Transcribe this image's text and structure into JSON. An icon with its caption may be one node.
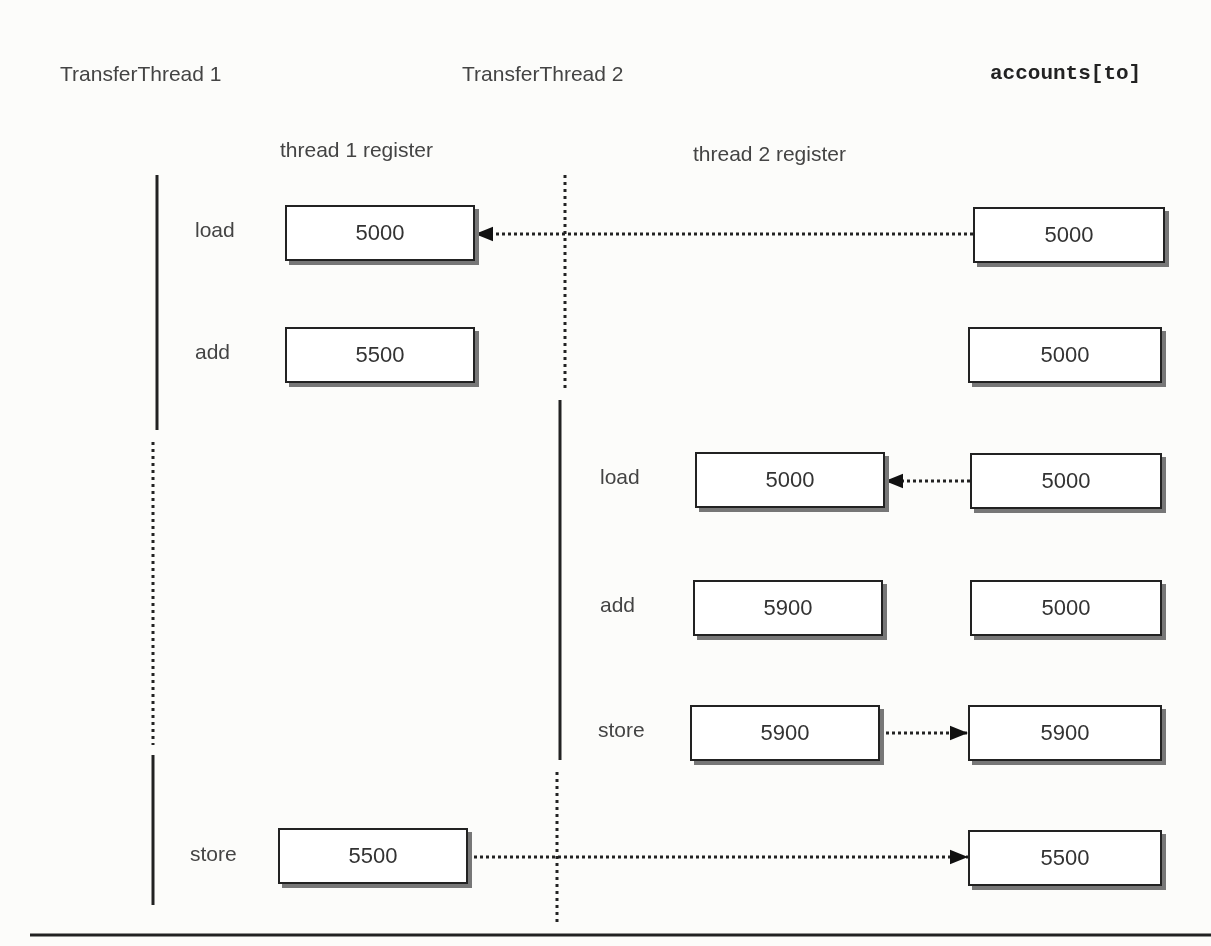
{
  "diagram": {
    "nodes": [
      {
        "text": [
          "5000"
        ]
      },
      {
        "text": [
          "5000"
        ]
      },
      {
        "text": [
          "5500"
        ]
      },
      {
        "text": [
          "5000"
        ]
      },
      {
        "text": [
          "5000"
        ]
      },
      {
        "text": [
          "5000"
        ]
      },
      {
        "text": [
          "5900"
        ]
      },
      {
        "text": [
          "5000"
        ]
      },
      {
        "text": [
          "5900"
        ]
      },
      {
        "text": [
          "5900"
        ]
      },
      {
        "text": [
          "5500"
        ]
      },
      {
        "text": [
          "5500"
        ]
      }
    ],
    "edges": [
      {
        "from": 1,
        "to": 0,
        "arrow": "to",
        "style": "dashed"
      },
      {
        "from": 5,
        "to": 4,
        "arrow": "to",
        "style": "dashed"
      },
      {
        "from": 8,
        "to": 9,
        "arrow": "to",
        "style": "dashed"
      },
      {
        "from": 10,
        "to": 11,
        "arrow": "to",
        "style": "dashed"
      }
    ],
    "labels": [
      "TransferThread 1",
      "TransferThread 2",
      "accounts[to]",
      "thread 1 register",
      "thread 2 register",
      "load",
      "add",
      "load",
      "add",
      "store",
      "store"
    ]
  }
}
